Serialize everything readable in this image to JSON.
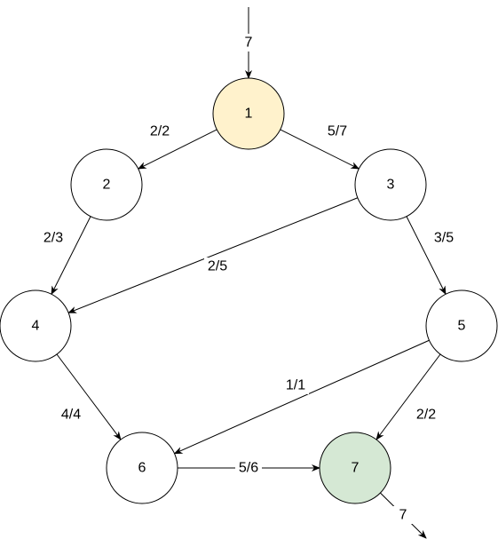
{
  "graph": {
    "nodes": [
      {
        "id": "1",
        "label": "1",
        "fill": "#fff2cc",
        "stroke": "#d6b656"
      },
      {
        "id": "2",
        "label": "2",
        "fill": "#ffffff",
        "stroke": "#000000"
      },
      {
        "id": "3",
        "label": "3",
        "fill": "#ffffff",
        "stroke": "#000000"
      },
      {
        "id": "4",
        "label": "4",
        "fill": "#ffffff",
        "stroke": "#000000"
      },
      {
        "id": "5",
        "label": "5",
        "fill": "#ffffff",
        "stroke": "#000000"
      },
      {
        "id": "6",
        "label": "6",
        "fill": "#ffffff",
        "stroke": "#000000"
      },
      {
        "id": "7",
        "label": "7",
        "fill": "#d5e8d4",
        "stroke": "#82b366"
      }
    ],
    "edges": [
      {
        "id": "in",
        "from": "source",
        "to": "1",
        "label": "7"
      },
      {
        "id": "1-2",
        "from": "1",
        "to": "2",
        "label": "2/2"
      },
      {
        "id": "1-3",
        "from": "1",
        "to": "3",
        "label": "5/7"
      },
      {
        "id": "2-4",
        "from": "2",
        "to": "4",
        "label": "2/3"
      },
      {
        "id": "3-4",
        "from": "3",
        "to": "4",
        "label": "2/5"
      },
      {
        "id": "3-5",
        "from": "3",
        "to": "5",
        "label": "3/5"
      },
      {
        "id": "4-6",
        "from": "4",
        "to": "6",
        "label": "4/4"
      },
      {
        "id": "5-6",
        "from": "5",
        "to": "6",
        "label": "1/1"
      },
      {
        "id": "5-7",
        "from": "5",
        "to": "7",
        "label": "2/2"
      },
      {
        "id": "6-7",
        "from": "6",
        "to": "7",
        "label": "5/6"
      },
      {
        "id": "out",
        "from": "7",
        "to": "sink",
        "label": "7"
      }
    ]
  }
}
